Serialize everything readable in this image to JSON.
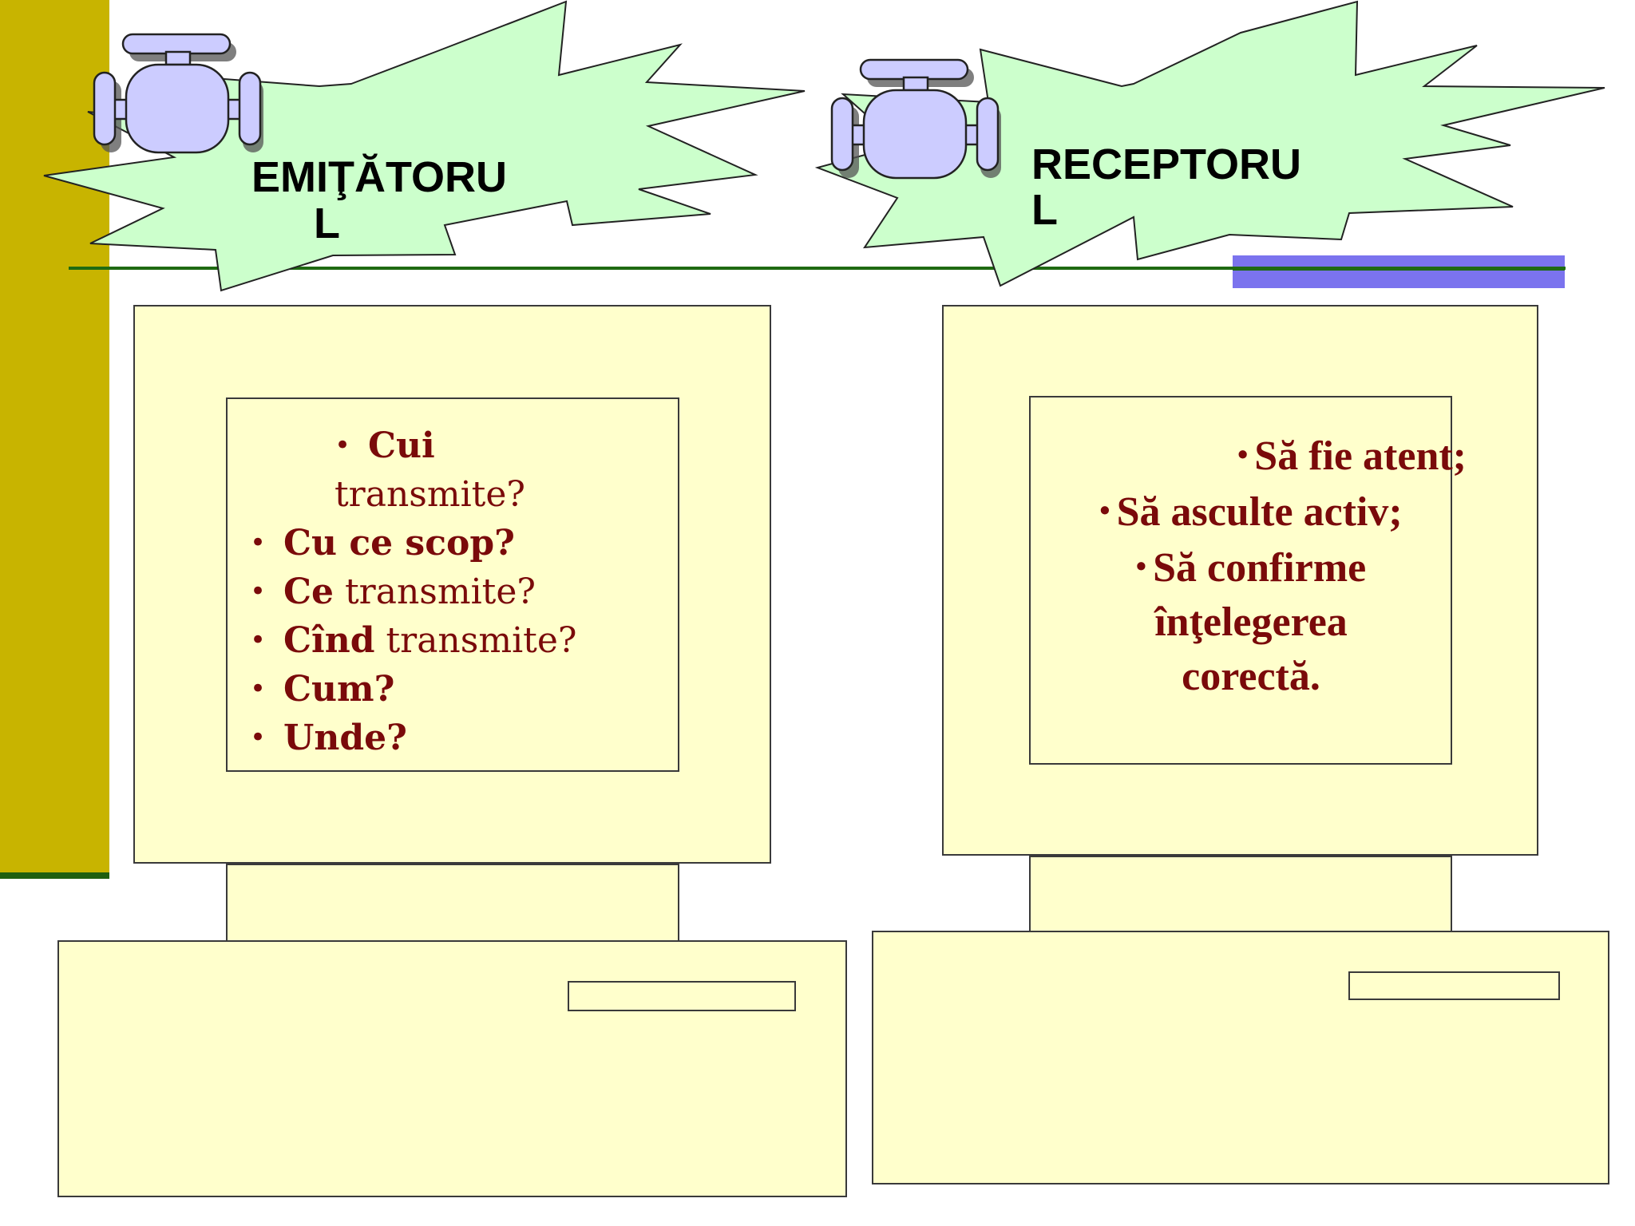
{
  "colors": {
    "accent_bar": "#c8b400",
    "rule": "#1f6a12",
    "purple_bar": "#7b73ee",
    "burst_fill": "#ccffcc",
    "panel_fill": "#ffffcc",
    "list_text": "#7a0a0a"
  },
  "emitter": {
    "icon": "office-chair-icon",
    "title_line1": "EMIŢĂTORU",
    "title_line2": "L",
    "items": [
      {
        "bold": "Cui",
        "rest": "transmite?"
      },
      {
        "bold": "Cu ce scop?",
        "rest": ""
      },
      {
        "bold": "Ce",
        "rest": " transmite?"
      },
      {
        "bold": "Cînd",
        "rest": " transmite?"
      },
      {
        "bold": "Cum?",
        "rest": ""
      },
      {
        "bold": "Unde?",
        "rest": ""
      }
    ]
  },
  "receiver": {
    "icon": "office-chair-icon",
    "title_line1": "RECEPTORU",
    "title_line2": "L",
    "items": [
      {
        "text": "Să fie atent;"
      },
      {
        "text": "Să asculte activ;"
      },
      {
        "text": "Să confirme"
      },
      {
        "text": "înţelegerea"
      },
      {
        "text": "corectă."
      }
    ]
  }
}
